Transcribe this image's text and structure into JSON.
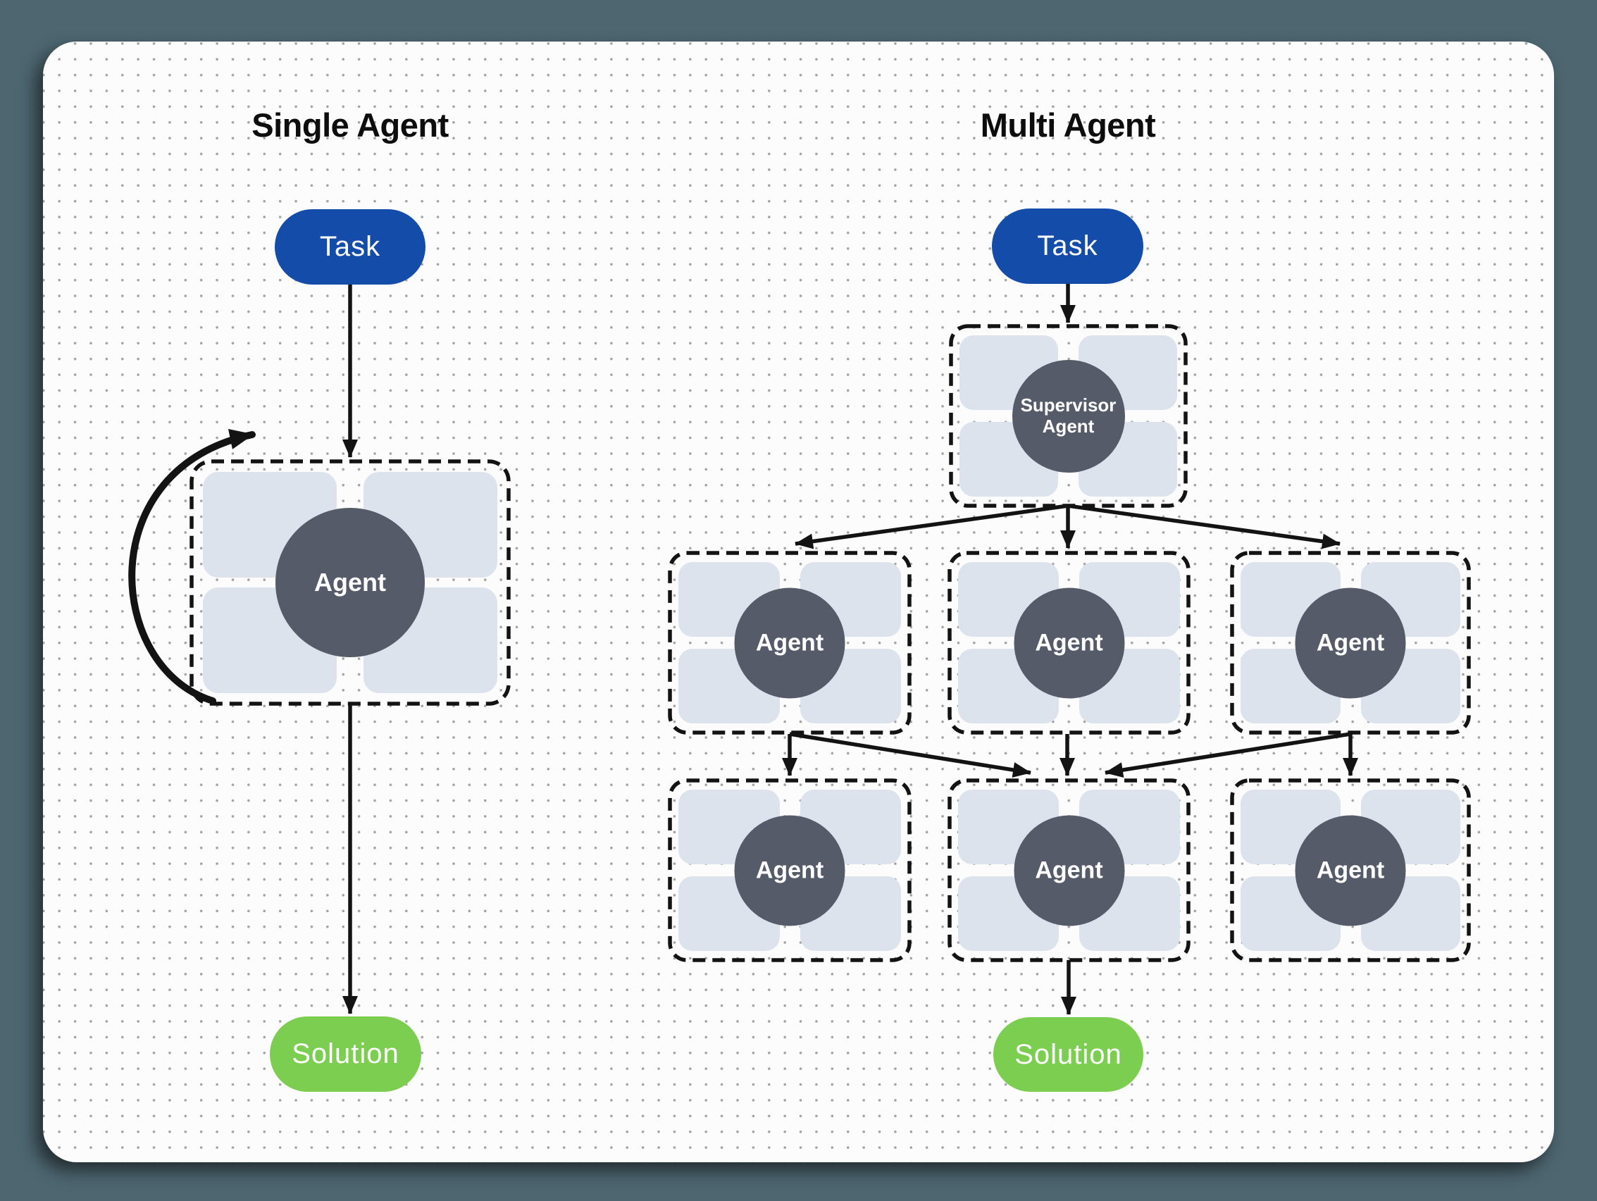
{
  "titles": {
    "left": "Single Agent",
    "right": "Multi Agent"
  },
  "left_diagram": {
    "task_label": "Task",
    "agent_label": "Agent",
    "solution_label": "Solution"
  },
  "right_diagram": {
    "task_label": "Task",
    "supervisor_label": "Supervisor Agent",
    "worker_row": [
      "Agent",
      "Agent",
      "Agent"
    ],
    "sub_worker_row": [
      "Agent",
      "Agent",
      "Agent"
    ],
    "solution_label": "Solution"
  },
  "colors": {
    "page_bg": "#4d6670",
    "card_bg": "#fcfcfc",
    "dot": "#a3a3a3",
    "task_pill": "#134ca9",
    "solution_pill": "#7bce4f",
    "agent_circle": "#555b69",
    "tool_cell": "#dce3ed",
    "line": "#131313",
    "title_text": "#0d0d0d",
    "pill_text": "#ffffff"
  }
}
